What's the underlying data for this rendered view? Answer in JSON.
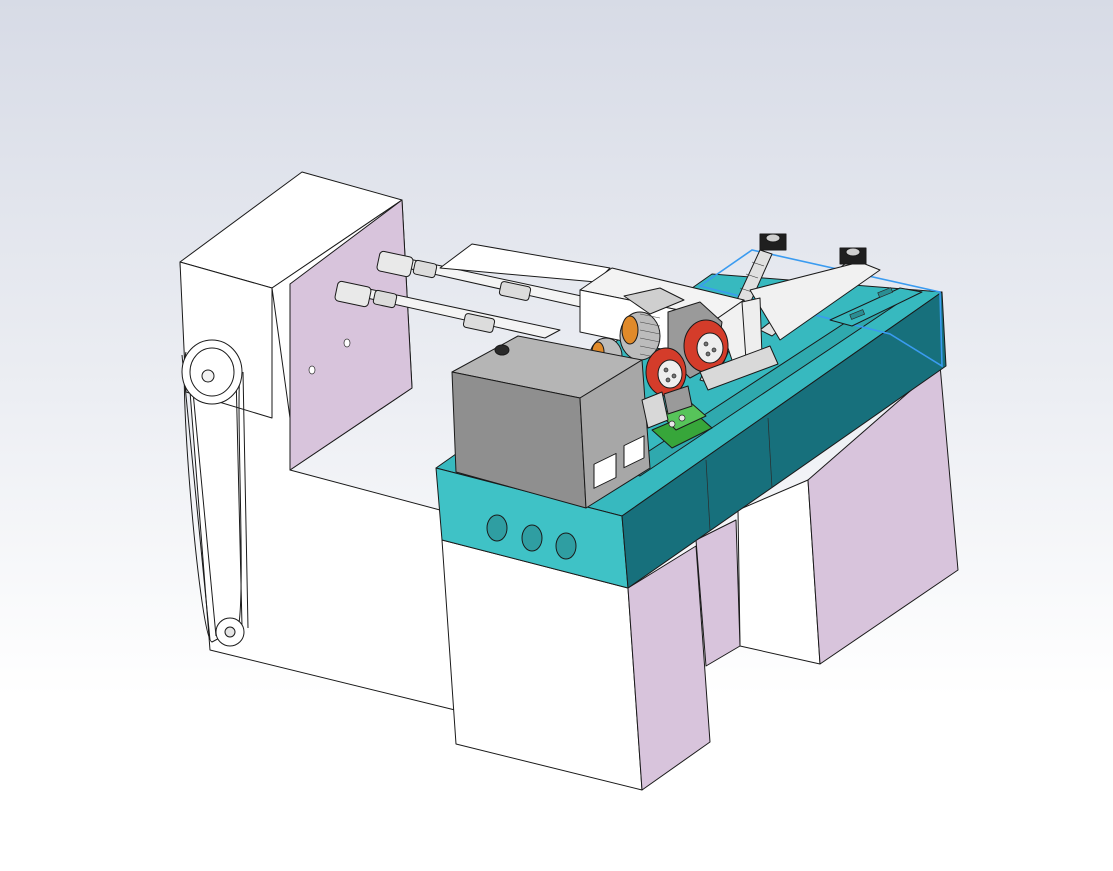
{
  "viewport": {
    "kind": "3D CAD model viewport",
    "background": "gradient",
    "model": {
      "colors": {
        "body_face_white": "#ffffff",
        "body_face_side": "#d8c4dc",
        "bed_top": "#37b9bf",
        "bed_front": "#3fc2c6",
        "bed_side": "#17707c",
        "housing_front": "#8f8f8f",
        "housing_top": "#b5b5b5",
        "housing_side": "#a7a7a7",
        "gear_red": "#d43c2a",
        "gear_orange": "#e08a2a",
        "clamp_green": "#37a63a",
        "selection_highlight": "#3a9bf0",
        "edges": "#1a1a1a"
      },
      "icons": [
        "pulley",
        "belt",
        "drive-shaft",
        "universal-joint",
        "roller-gear",
        "hex-bolt",
        "clamp-block"
      ]
    }
  }
}
